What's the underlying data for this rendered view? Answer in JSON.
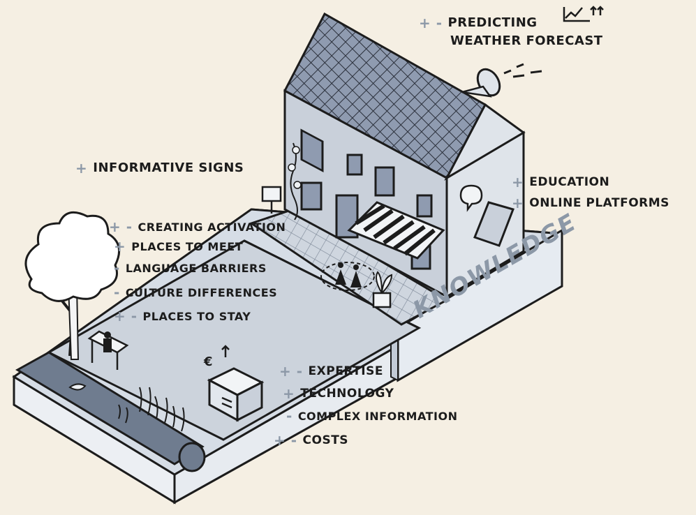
{
  "labels": {
    "predicting_line1": "PREDICTING",
    "predicting_line2": "WEATHER FORECAST",
    "informative_signs": "INFORMATIVE SIGNS",
    "education": "EDUCATION",
    "online_platforms": "ONLINE PLATFORMS",
    "creating_activation": "CREATING ACTIVATION",
    "places_to_meet": "PLACES TO MEET",
    "language_barriers": "LANGUAGE BARRIERS",
    "culture_differences": "CULTURE DIFFERENCES",
    "places_to_stay": "PLACES TO STAY",
    "expertise": "EXPERTISE",
    "technology": "TECHNOLOGY",
    "complex_information": "COMPLEX INFORMATION",
    "costs": "COSTS",
    "knowledge": "KNOWLEDGE"
  },
  "signs": {
    "predicting": "+ -",
    "informative_signs": "+",
    "education": "+",
    "online_platforms": "+",
    "creating_activation": "+ -",
    "places_to_meet": "+",
    "language_barriers": "-",
    "culture_differences": "-",
    "places_to_stay": "+ -",
    "expertise": "+ -",
    "technology": "+",
    "complex_information": "-",
    "costs": "+ -"
  },
  "symbols": {
    "euro": "€"
  },
  "colors": {
    "background": "#f5efe3",
    "roof": "#8f9bb0",
    "facade": "#c9d0da",
    "wall_side": "#dfe4ea",
    "ink": "#1c1c1c",
    "sign_grey": "#8c98a7"
  }
}
